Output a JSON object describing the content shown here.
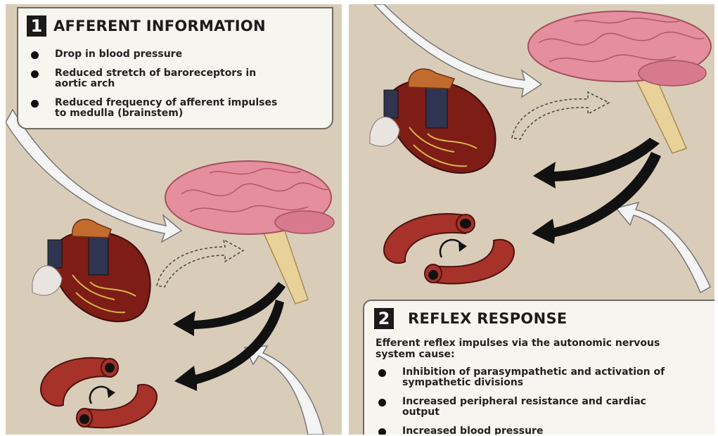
{
  "afferent": {
    "number": "1",
    "title": "AFFERENT INFORMATION",
    "items": [
      "Drop in blood pressure",
      "Reduced stretch of baroreceptors in aortic arch",
      "Reduced frequency of afferent impulses to medulla (brainstem)"
    ]
  },
  "reflex": {
    "number": "2",
    "title": "REFLEX RESPONSE",
    "intro": "Efferent reflex impulses via the autonomic nervous system cause:",
    "items": [
      "Inhibition of parasympathetic and activation of sympathetic divisions",
      "Increased peripheral resistance and cardiac output",
      "Increased blood pressure"
    ]
  },
  "colors": {
    "panel_background": "#d9cdb9",
    "text_box": "#f7f5ef",
    "brain": "#e58e9e",
    "heart": "#7e1c16",
    "vessel": "#a6322a",
    "arrow_black": "#111111",
    "arrow_white": "#f4f4f4"
  }
}
